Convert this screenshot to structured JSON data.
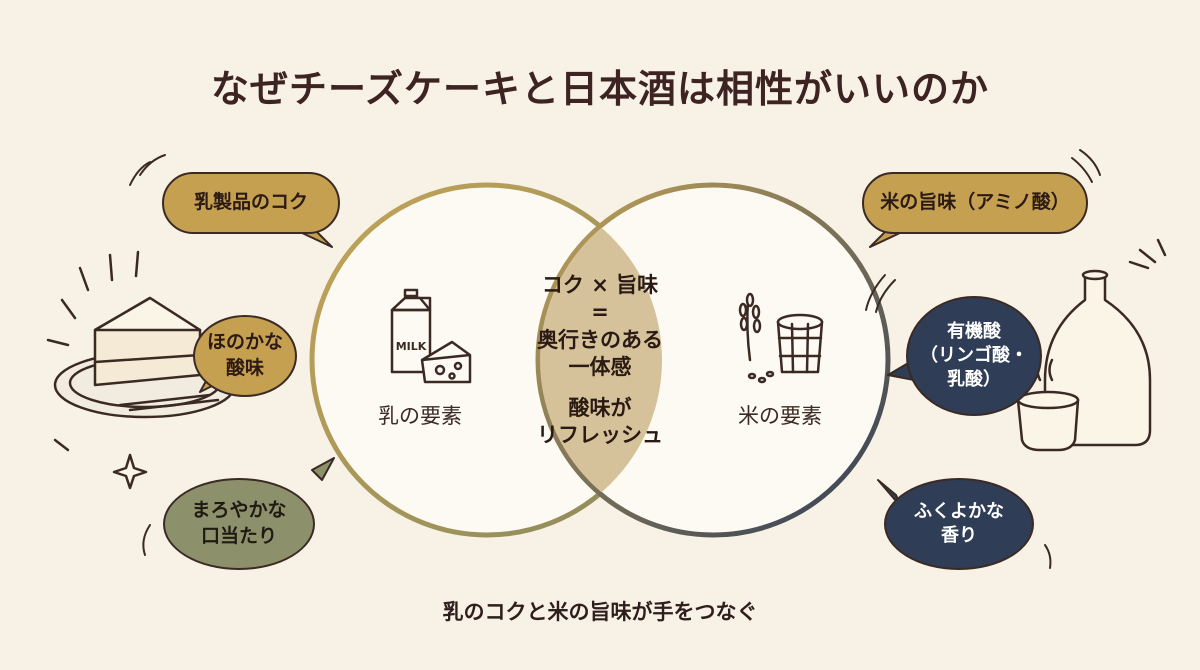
{
  "title": "なぜチーズケーキと日本酒は相性がいいのか",
  "caption": "乳のコクと米の旨味が手をつなぐ",
  "venn": {
    "left_label": "乳の要素",
    "right_label": "米の要素",
    "center_line1": "コク × 旨味",
    "center_line2": "=",
    "center_line3": "奥行きのある",
    "center_line4": "一体感",
    "center_line5": "酸味が",
    "center_line6": "リフレッシュ"
  },
  "left_bubbles": {
    "top": "乳製品のコク",
    "middle_line1": "ほのかな",
    "middle_line2": "酸味",
    "bottom_line1": "まろやかな",
    "bottom_line2": "口当たり"
  },
  "right_bubbles": {
    "top": "米の旨味（アミノ酸）",
    "middle_line1": "有機酸",
    "middle_line2": "（リンゴ酸・",
    "middle_line3": "乳酸）",
    "bottom_line1": "ふくよかな",
    "bottom_line2": "香り"
  },
  "icons": {
    "milk_text": "MILK"
  },
  "colors": {
    "background": "#f7f1e6",
    "gold": "#c5a050",
    "olive": "#8c916b",
    "navy": "#2f3d57",
    "overlap": "#d6c29a",
    "ink": "#3b2a24"
  }
}
